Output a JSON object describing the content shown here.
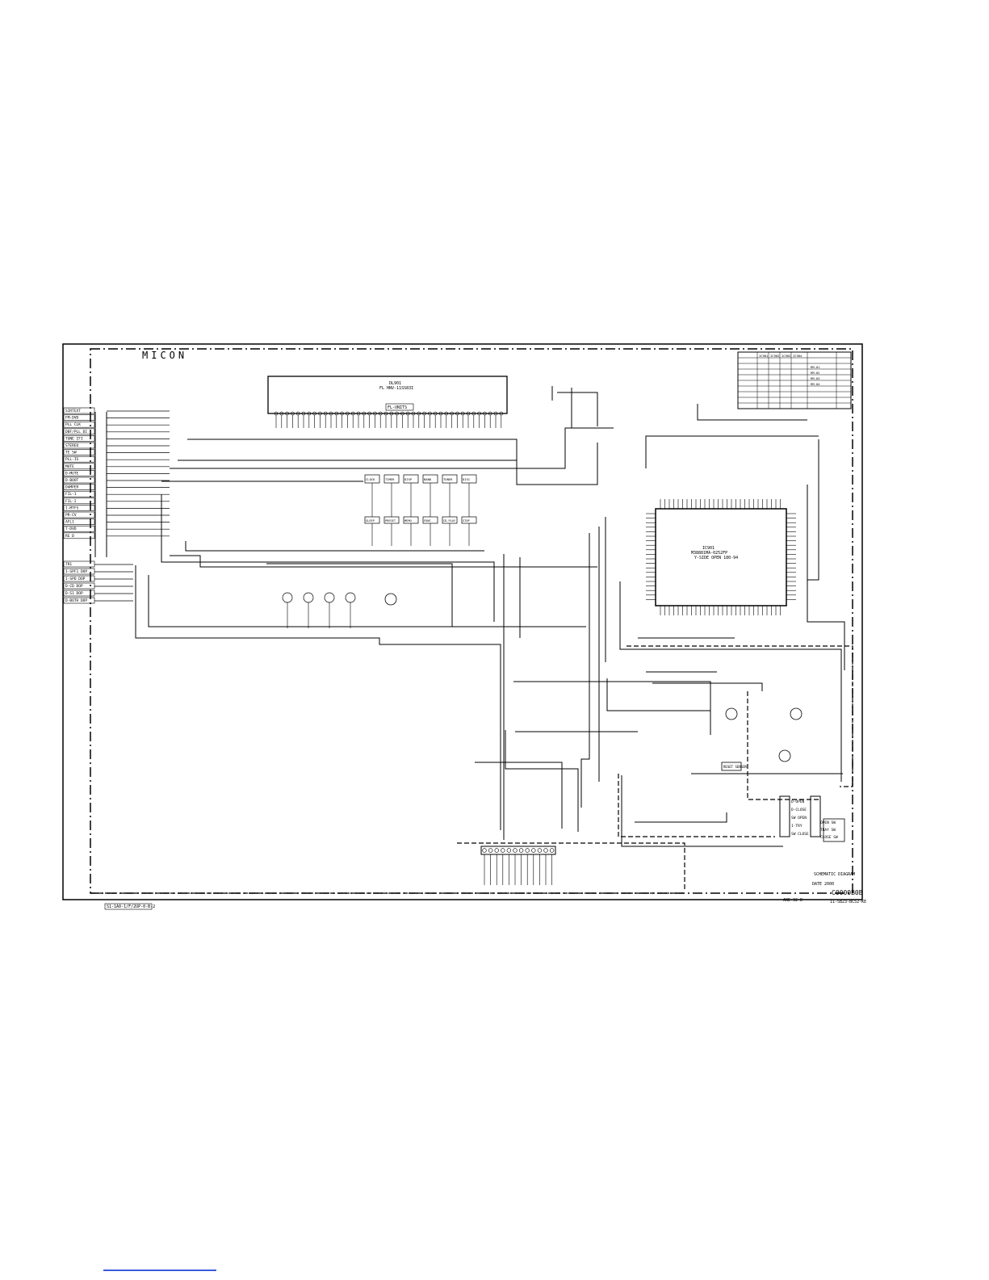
{
  "sheet": {
    "title": "MICON",
    "revision_stamp": "C0000B0B",
    "footer_left": "S1-1A0-1/F/2UP-0-B-2",
    "footer_right_1": "SCHEMATIC DIAGRAM",
    "footer_right_2": "DATE 2000",
    "footer_model": "ANE-32 D",
    "footer_code": "11-5B23-BC52-KE"
  },
  "display": {
    "ref": "DL901",
    "part": "FL  HNV-11SS83I",
    "note": "FL-UNITS"
  },
  "microcontroller": {
    "ref": "IC901",
    "part": "M38881MA-0252FP",
    "note": "Y-SIDE OPEN 180-94"
  },
  "connectors_left": [
    "SIRTEXT",
    "FM-DVD",
    "PLL CLK",
    "DBF/PLL DI",
    "TUNE IFI",
    "STEREO",
    "TE SW",
    "PLL-IS",
    "MUTE",
    "D-MUTE",
    "D-BOOT",
    "DAMPER",
    "FIL-1",
    "FIL-2",
    "I-MTFS",
    "PR-CV",
    "AFL1",
    "T-DVD",
    "RE D"
  ],
  "connectors_left_lower": [
    "TR1",
    "I-SPF1 DOP",
    "I-SPD DOP",
    "D-CD DOP",
    "D-S1 DOP",
    "D-BOTH DOP"
  ],
  "switch_blocks": [
    "CLOCK",
    "TIMER",
    "DISP",
    "BAND",
    "TUNER",
    "DISC"
  ],
  "switch_blocks_lower": [
    "SLEEP",
    "PRESET",
    "MEMO",
    "FUNC",
    "CD-PLAY",
    "STOP"
  ],
  "mech_labels": [
    "D-OPEN",
    "D-CLOSE",
    "SW OPEN",
    "I-TRY",
    "SW CLOSE"
  ],
  "mech_switches": [
    "OPEN SW",
    "TRAY SW",
    "CLOSE SW"
  ],
  "reset_block": "RESET SENSOR",
  "table": {
    "headers": [
      "IC901",
      "IC902",
      "IC903",
      "IC904"
    ],
    "rows": [
      "RM-01",
      "RM-02",
      "RM-03",
      "RM-04"
    ]
  }
}
